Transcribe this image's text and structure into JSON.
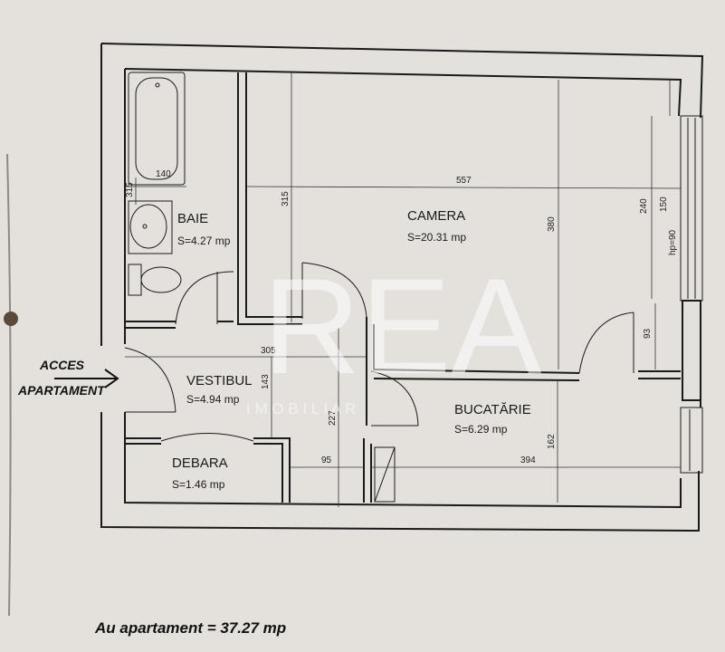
{
  "access": {
    "line1": "ACCES",
    "line2": "APARTAMENT"
  },
  "rooms": {
    "baie": {
      "name": "BAIE",
      "area": "S=4.27 mp"
    },
    "camera": {
      "name": "CAMERA",
      "area": "S=20.31 mp"
    },
    "vestibul": {
      "name": "VESTIBUL",
      "area": "S=4.94 mp"
    },
    "bucatarie": {
      "name": "BUCATĂRIE",
      "area": "S=6.29 mp"
    },
    "debara": {
      "name": "DEBARA",
      "area": "S=1.46 mp"
    }
  },
  "dimensions": {
    "d140": "140",
    "d315a": "315",
    "d315b": "315",
    "d557": "557",
    "d380": "380",
    "d240": "240",
    "d150": "150",
    "d93": "93",
    "d305": "305",
    "d143": "143",
    "d227": "227",
    "d95": "95",
    "d394": "394",
    "d162": "162",
    "hp": "hp=90"
  },
  "watermark": {
    "logo": "REA",
    "tagline": "I M O B I L I A R"
  },
  "total": "Au apartament = 37.27 mp"
}
